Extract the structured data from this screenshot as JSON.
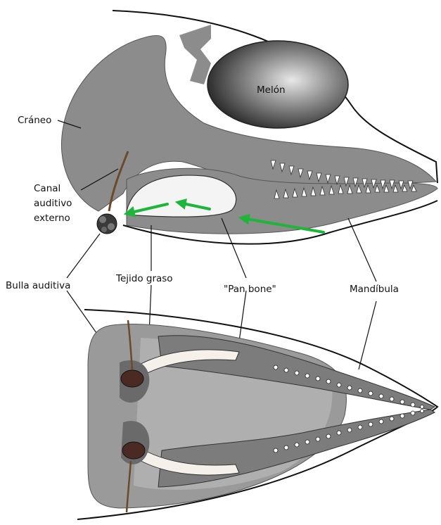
{
  "labels": {
    "melon": "Melón",
    "craneo": "Cráneo",
    "canal_line1": "Canal",
    "canal_line2": "auditivo",
    "canal_line3": "externo",
    "bulla": "Bulla auditiva",
    "tejido": "Tejido graso",
    "pan_bone": "\"Pan bone\"",
    "mandibula": "Mandíbula"
  },
  "colors": {
    "skull_gray": "#8c8c8c",
    "dark_gray": "#606060",
    "fat_white": "#f4f4f4",
    "melon_dark": "#4a4a4a",
    "arrow_green": "#1fb53a",
    "bulla_brown": "#4a2a22"
  },
  "icons": {
    "arrow": "green-arrow-icon",
    "tooth": "tooth-icon",
    "bulla": "bulla-icon"
  }
}
